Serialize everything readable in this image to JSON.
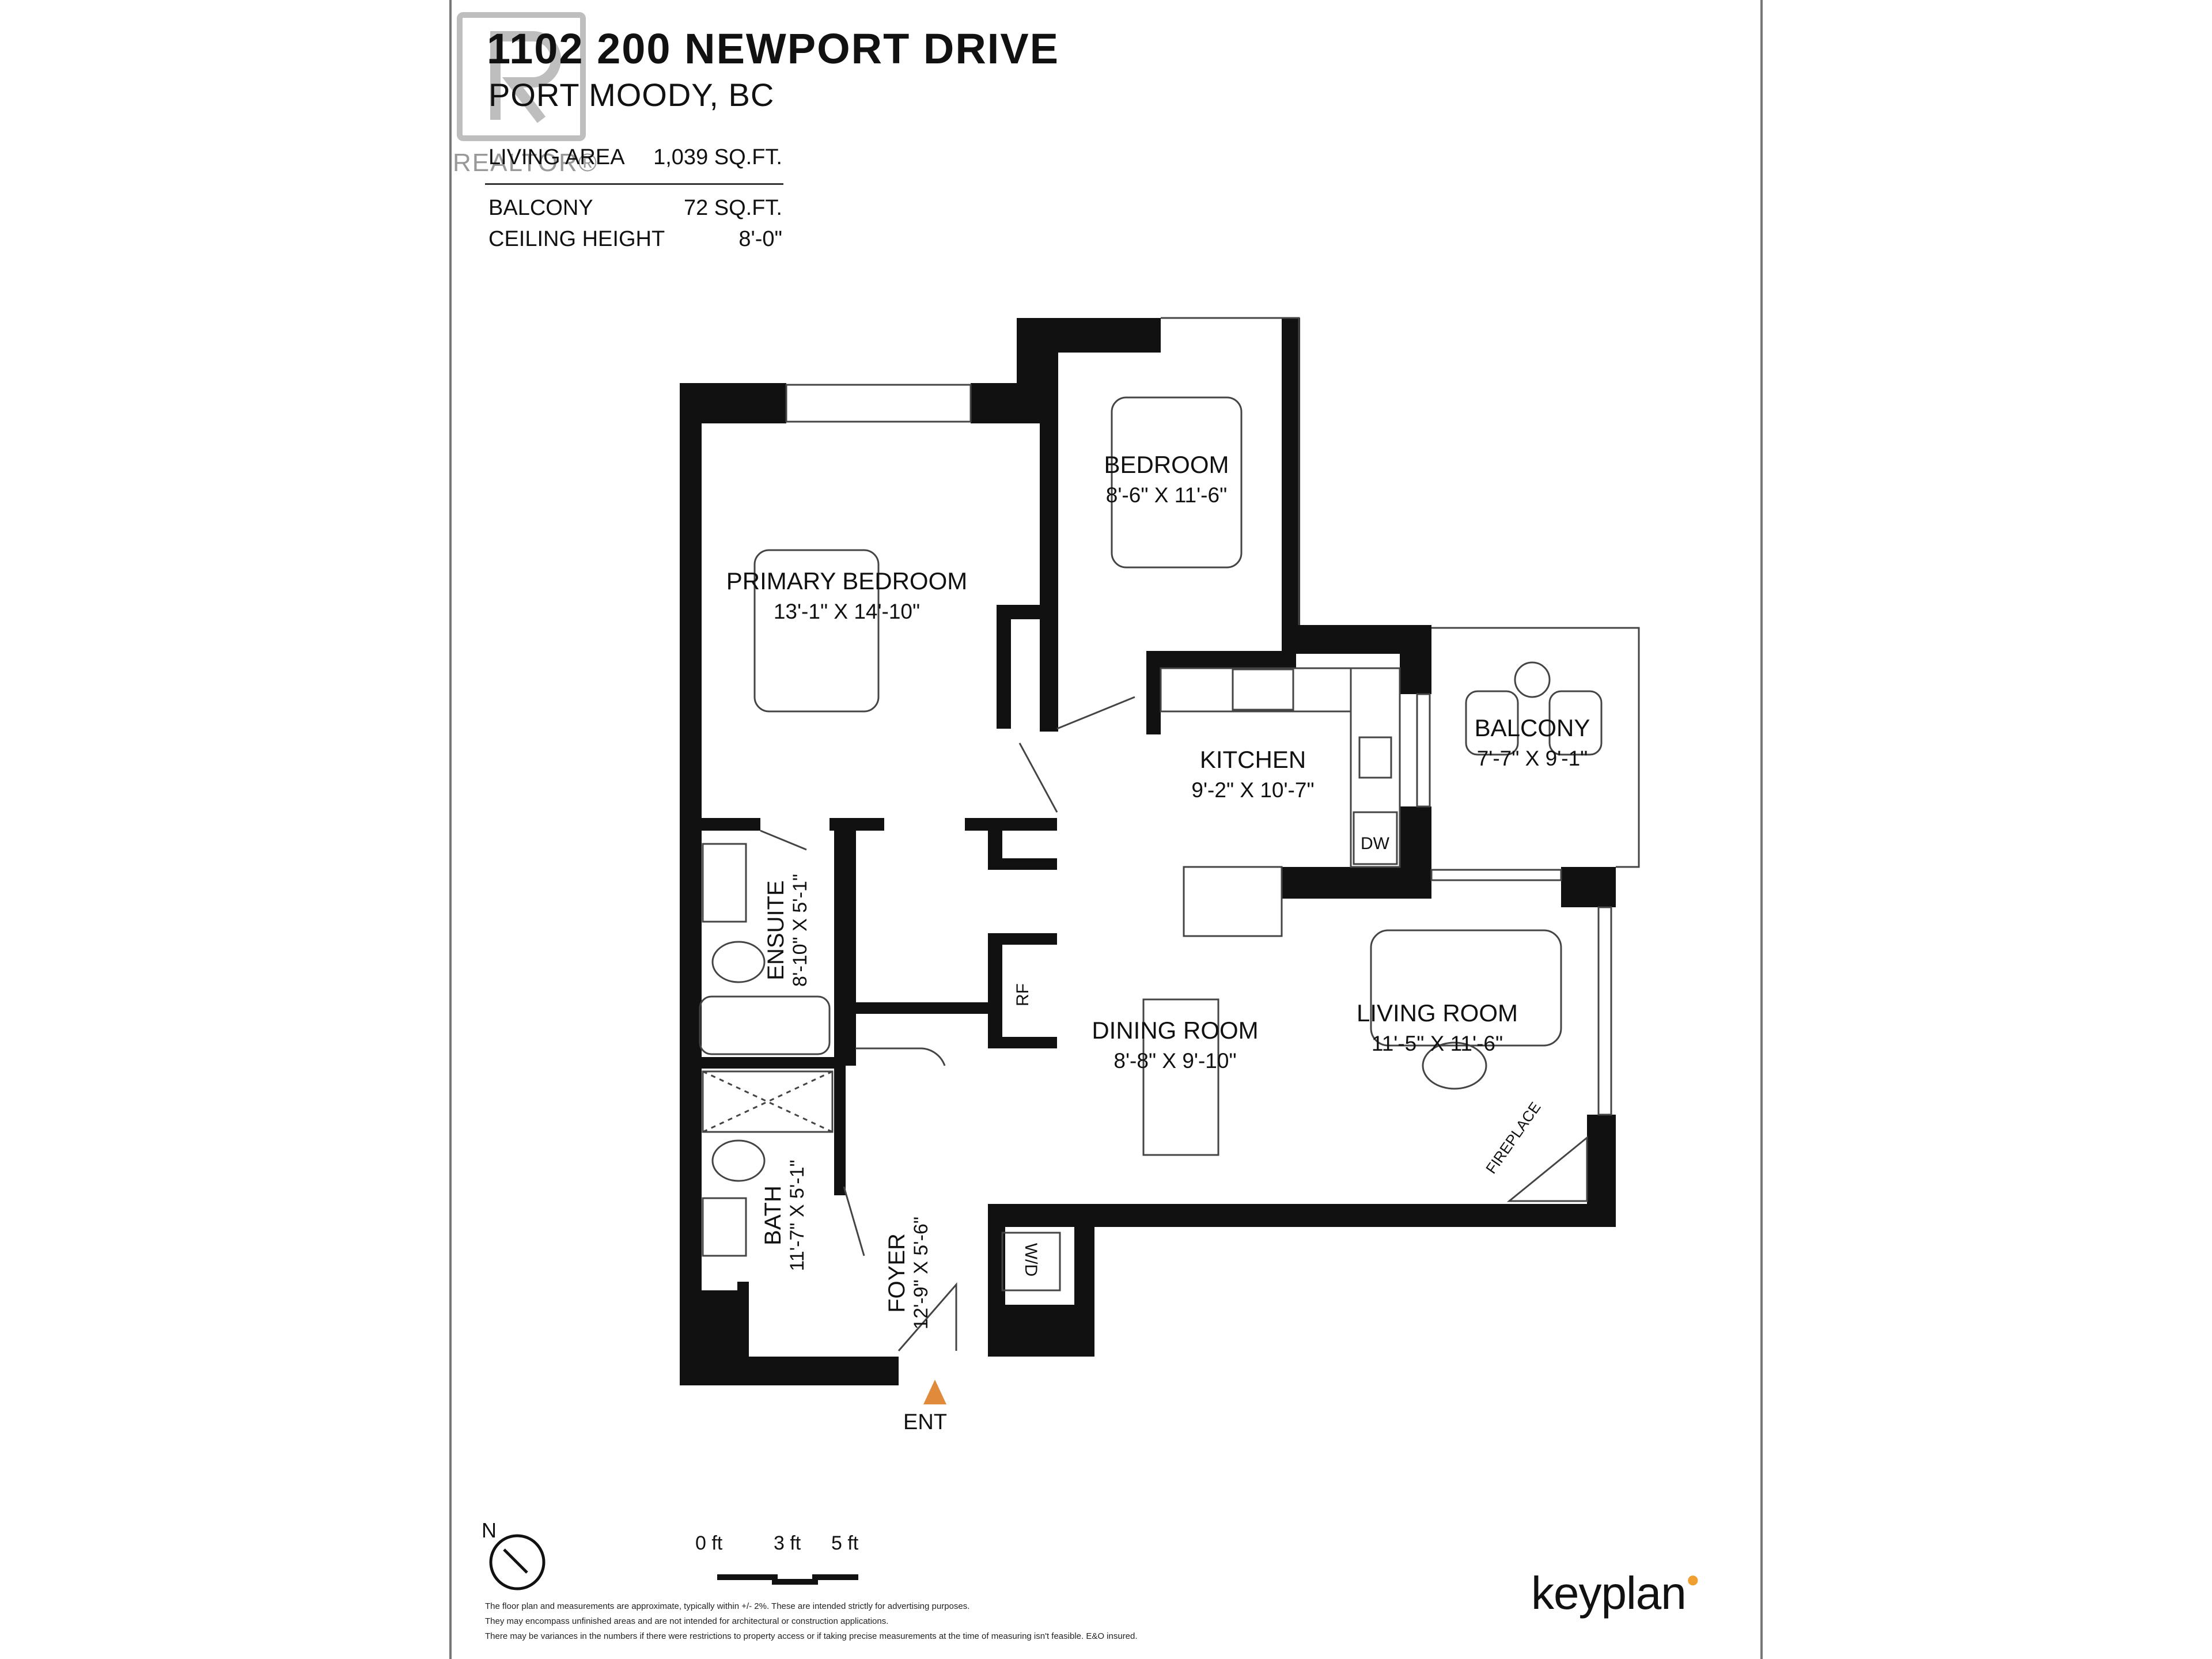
{
  "header": {
    "title": "1102 200 NEWPORT DRIVE",
    "subtitle": "PORT MOODY, BC"
  },
  "stats": [
    {
      "label": "LIVING AREA",
      "value": "1,039 SQ.FT."
    },
    {
      "label": "BALCONY",
      "value": "72 SQ.FT."
    },
    {
      "label": "CEILING HEIGHT",
      "value": "8'-0\""
    }
  ],
  "watermark": {
    "text": "REALTOR®",
    "icon": "realtor-r-logo-icon"
  },
  "rooms": {
    "bedroom": {
      "name": "BEDROOM",
      "dims": "8'-6\"  X  11'-6\""
    },
    "primary_bedroom": {
      "name": "PRIMARY BEDROOM",
      "dims": "13'-1\"  X  14'-10\""
    },
    "kitchen": {
      "name": "KITCHEN",
      "dims": "9'-2\"  X  10'-7\""
    },
    "balcony": {
      "name": "BALCONY",
      "dims": "7'-7\"  X  9'-1\""
    },
    "ensuite": {
      "name": "ENSUITE",
      "dims": "8'-10\" X 5'-1\""
    },
    "dining_room": {
      "name": "DINING ROOM",
      "dims": "8'-8\"  X  9'-10\""
    },
    "living_room": {
      "name": "LIVING ROOM",
      "dims": "11'-5\"  X  11'-6\""
    },
    "bath": {
      "name": "BATH",
      "dims": "11'-7\" X 5'-1\""
    },
    "foyer": {
      "name": "FOYER",
      "dims": "12'-9\" X 5'-6\""
    }
  },
  "labels": {
    "dw": "DW",
    "rf": "RF",
    "wd": "W/D",
    "fireplace": "FIREPLACE",
    "entrance": "ENT"
  },
  "north": "N",
  "scale": [
    "0 ft",
    "3 ft",
    "5 ft"
  ],
  "logo": "keyplan",
  "disclaimer": [
    "The floor plan and measurements are approximate, typically within +/- 2%. These are intended strictly for advertising purposes.",
    "They may encompass unfinished areas and are not intended for architectural or construction applications.",
    "There may be variances in the numbers if there were restrictions to property access or if taking precise measurements at the time of measuring isn't feasible. E&O insured."
  ],
  "colors": {
    "wall": "#111111",
    "line": "#444444",
    "entrance_arrow": "#e08a3c",
    "logo_accent": "#f0a030"
  }
}
